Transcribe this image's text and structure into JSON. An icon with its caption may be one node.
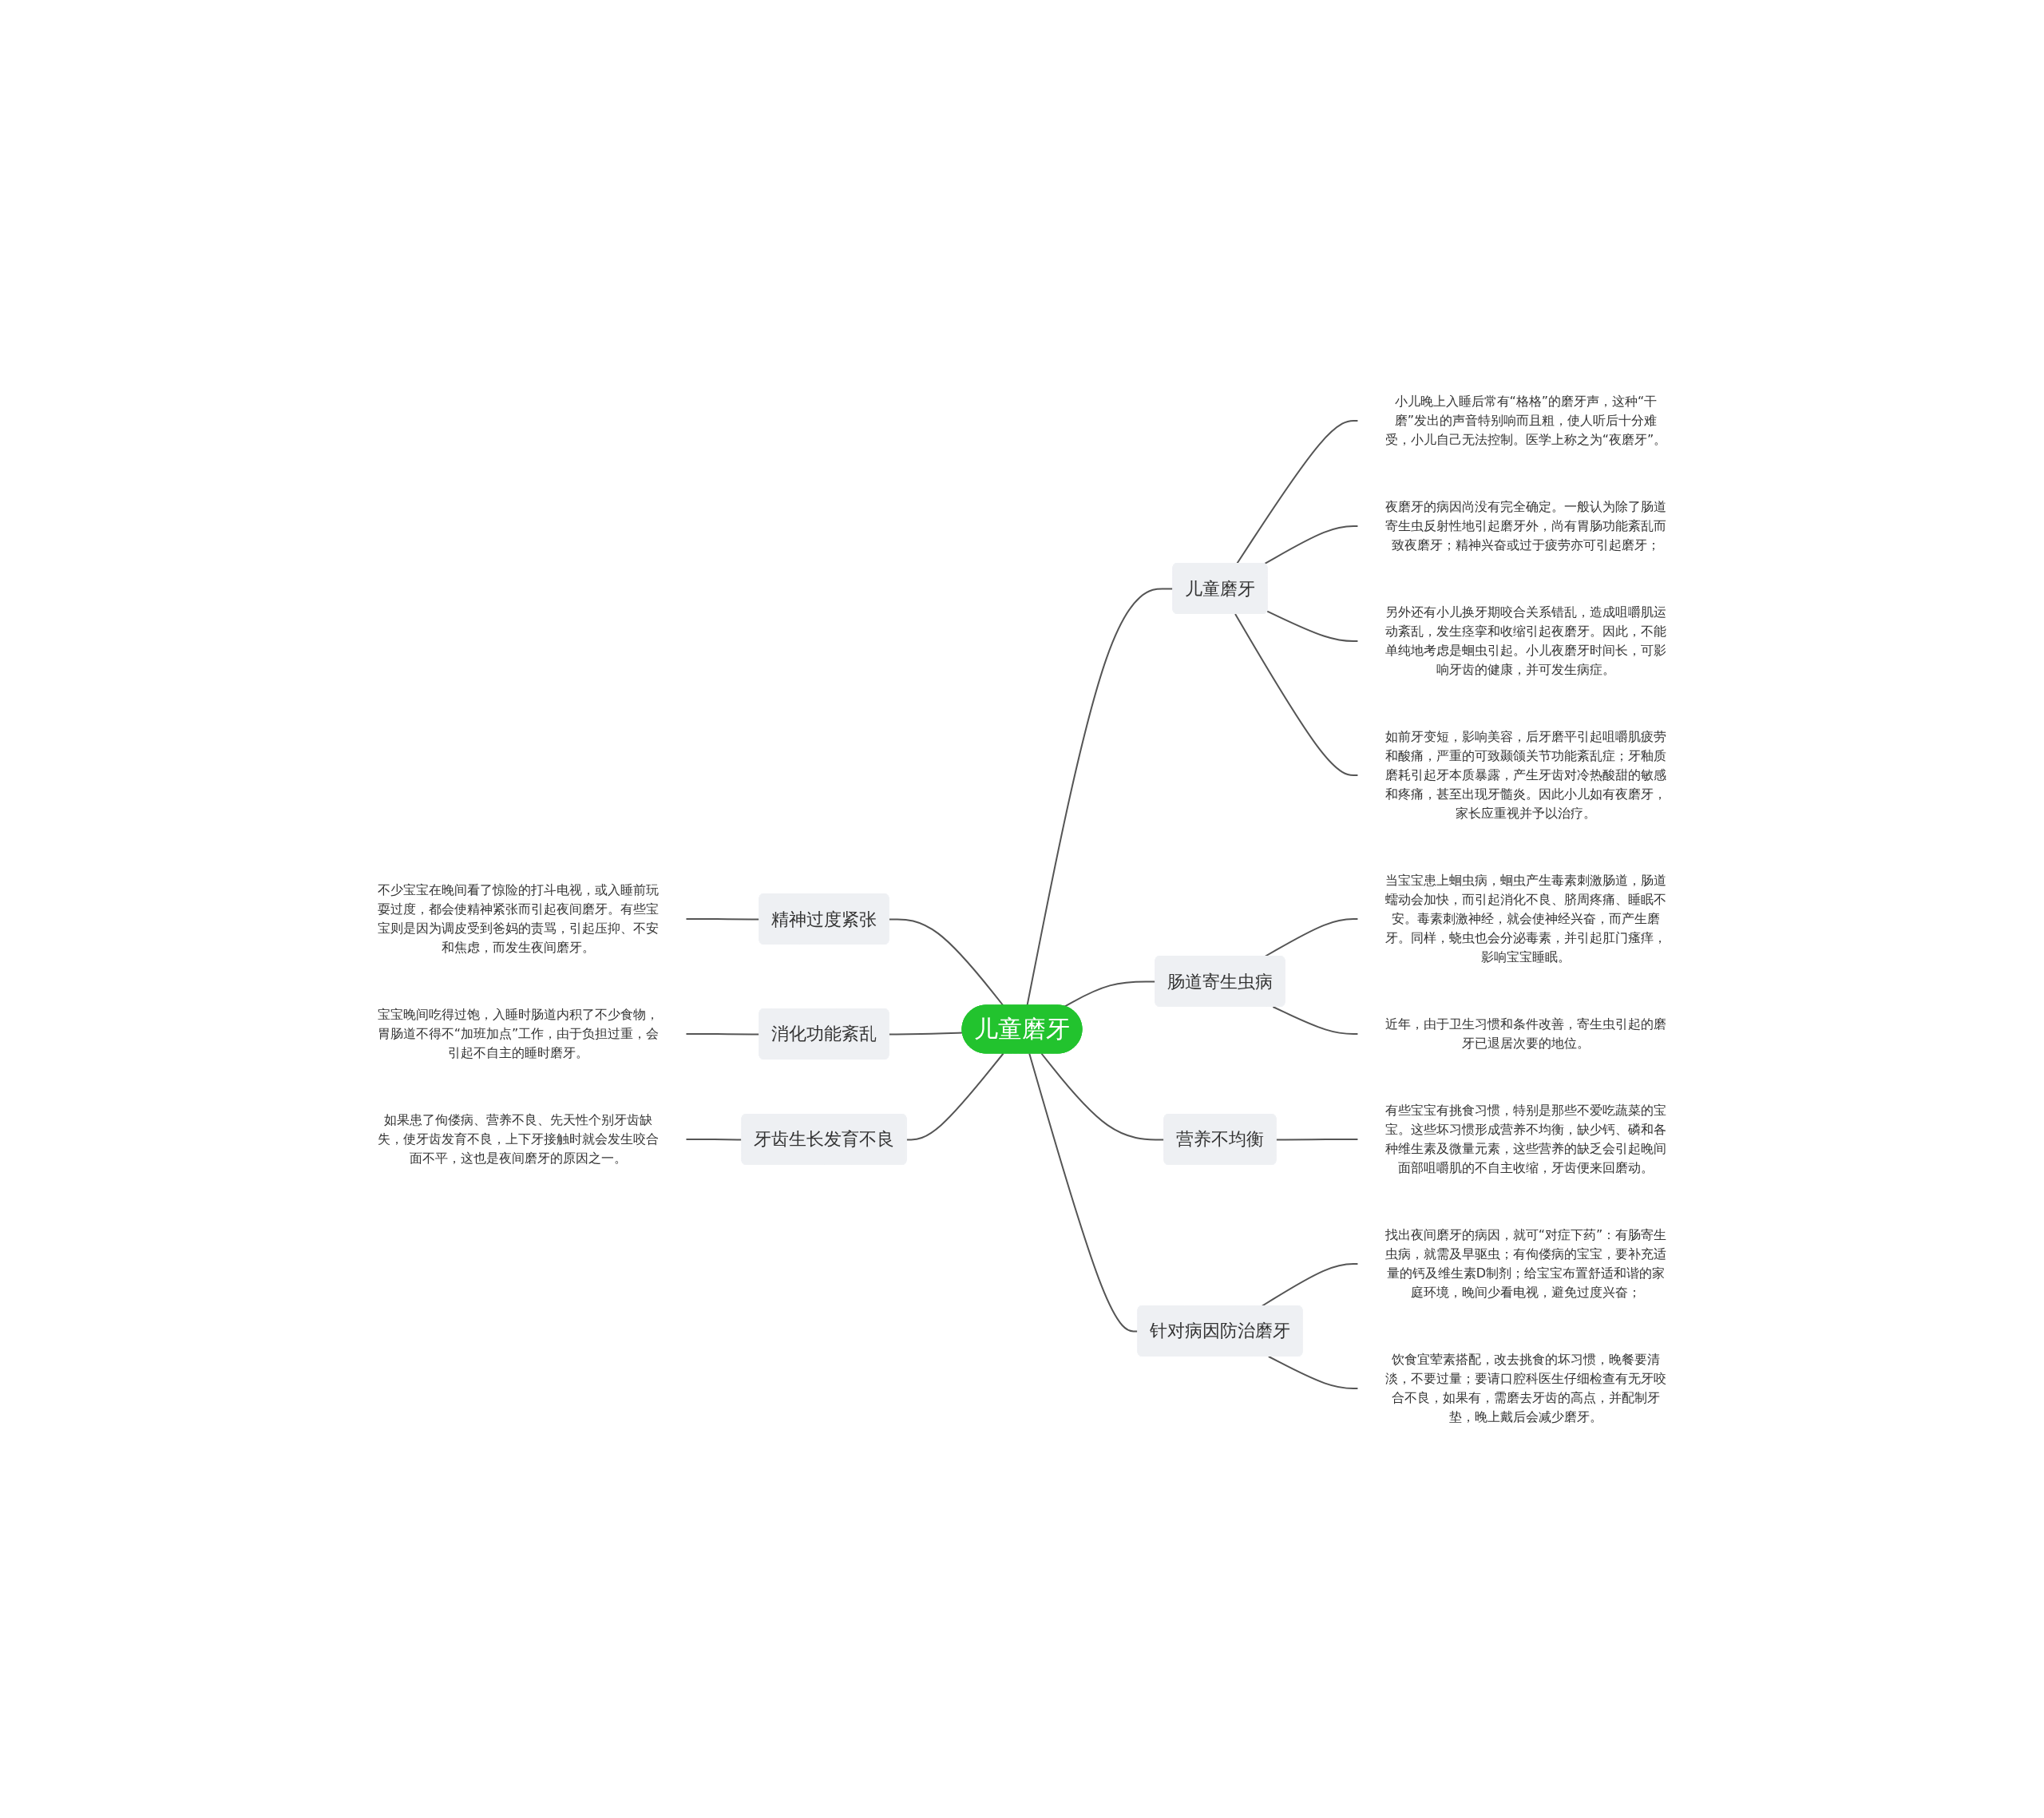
{
  "diagram": {
    "nodes": [
      {
        "text": [
          "儿童磨牙"
        ]
      },
      {
        "text": [
          "儿童磨牙"
        ]
      },
      {
        "text": [
          "小儿晚上入睡后常有“格格”的磨牙声，这种“干磨”发出的声音特别响而且粗，使人听后十分难受，小儿自己无法控制。医学上称之为“夜磨牙”。"
        ]
      },
      {
        "text": [
          "夜磨牙的病因尚没有完全确定。一般认为除了肠道寄生虫反射性地引起磨牙外，尚有胃肠功能紊乱而致夜磨牙；精神兴奋或过于疲劳亦可引起磨牙；"
        ]
      },
      {
        "text": [
          "另外还有小儿换牙期咬合关系错乱，造成咀嚼肌运动紊乱，发生痉挛和收缩引起夜磨牙。因此，不能单纯地考虑是蛔虫引起。小儿夜磨牙时间长，可影响牙齿的健康，并可发生病症。"
        ]
      },
      {
        "text": [
          "如前牙变短，影响美容，后牙磨平引起咀嚼肌疲劳和酸痛，严重的可致颞颌关节功能紊乱症；牙釉质磨耗引起牙本质暴露，产生牙齿对冷热酸甜的敏感和疼痛，甚至出现牙髓炎。因此小儿如有夜磨牙，家长应重视并予以治疗。"
        ]
      },
      {
        "text": [
          "肠道寄生虫病"
        ]
      },
      {
        "text": [
          "当宝宝患上蛔虫病，蛔虫产生毒素刺激肠道，肠道蠕动会加快，而引起消化不良、脐周疼痛、睡眠不安。毒素刺激神经，就会使神经兴奋，而产生磨牙。同样，蛲虫也会分泌毒素，并引起肛门瘙痒，影响宝宝睡眠。"
        ]
      },
      {
        "text": [
          "近年，由于卫生习惯和条件改善，寄生虫引起的磨牙已退居次要的地位。"
        ]
      },
      {
        "text": [
          "营养不均衡"
        ]
      },
      {
        "text": [
          "有些宝宝有挑食习惯，特别是那些不爱吃蔬菜的宝宝。这些坏习惯形成营养不均衡，缺少钙、磷和各种维生素及微量元素，这些营养的缺乏会引起晚间面部咀嚼肌的不自主收缩，牙齿便来回磨动。"
        ]
      },
      {
        "text": [
          "针对病因防治磨牙"
        ]
      },
      {
        "text": [
          "找出夜间磨牙的病因，就可“对症下药”：有肠寄生虫病，就需及早驱虫；有佝偻病的宝宝，要补充适量的钙及维生素D制剂；给宝宝布置舒适和谐的家庭环境，晚间少看电视，避免过度兴奋；"
        ]
      },
      {
        "text": [
          "饮食宜荤素搭配，改去挑食的坏习惯，晚餐要清淡，不要过量；要请口腔科医生仔细检查有无牙咬合不良，如果有，需磨去牙齿的高点，并配制牙垫，晚上戴后会减少磨牙。"
        ]
      },
      {
        "text": [
          "精神过度紧张"
        ]
      },
      {
        "text": [
          "不少宝宝在晚间看了惊险的打斗电视，或入睡前玩耍过度，都会使精神紧张而引起夜间磨牙。有些宝宝则是因为调皮受到爸妈的责骂，引起压抑、不安和焦虑，而发生夜间磨牙。"
        ]
      },
      {
        "text": [
          "消化功能紊乱"
        ]
      },
      {
        "text": [
          "宝宝晚间吃得过饱，入睡时肠道内积了不少食物，胃肠道不得不“加班加点”工作，由于负担过重，会引起不自主的睡时磨牙。"
        ]
      },
      {
        "text": [
          "牙齿生长发育不良"
        ]
      },
      {
        "text": [
          "如果患了佝偻病、营养不良、先天性个别牙齿缺失，使牙齿发育不良，上下牙接触时就会发生咬合面不平，这也是夜间磨牙的原因之一。"
        ]
      }
    ],
    "edges": [
      {
        "from": 0,
        "to": 1,
        "arrow": "none"
      },
      {
        "from": 1,
        "to": 2,
        "arrow": "none"
      },
      {
        "from": 1,
        "to": 3,
        "arrow": "none"
      },
      {
        "from": 1,
        "to": 4,
        "arrow": "none"
      },
      {
        "from": 1,
        "to": 5,
        "arrow": "none"
      },
      {
        "from": 0,
        "to": 6,
        "arrow": "none"
      },
      {
        "from": 6,
        "to": 7,
        "arrow": "none"
      },
      {
        "from": 6,
        "to": 8,
        "arrow": "none"
      },
      {
        "from": 0,
        "to": 9,
        "arrow": "none"
      },
      {
        "from": 9,
        "to": 10,
        "arrow": "none"
      },
      {
        "from": 0,
        "to": 11,
        "arrow": "none"
      },
      {
        "from": 11,
        "to": 12,
        "arrow": "none"
      },
      {
        "from": 11,
        "to": 13,
        "arrow": "none"
      },
      {
        "from": 0,
        "to": 14,
        "arrow": "none"
      },
      {
        "from": 14,
        "to": 15,
        "arrow": "none"
      },
      {
        "from": 0,
        "to": 16,
        "arrow": "none"
      },
      {
        "from": 16,
        "to": 17,
        "arrow": "none"
      },
      {
        "from": 0,
        "to": 18,
        "arrow": "none"
      },
      {
        "from": 18,
        "to": 19,
        "arrow": "none"
      }
    ]
  }
}
